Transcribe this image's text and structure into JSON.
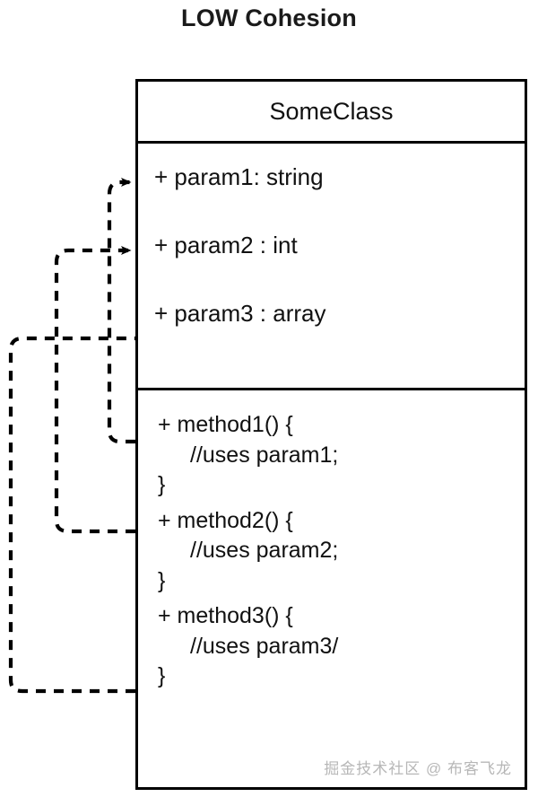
{
  "title": "LOW Cohesion",
  "class_box": {
    "name": "SomeClass",
    "attributes": [
      {
        "label": "+ param1: string"
      },
      {
        "label": "+ param2 : int"
      },
      {
        "label": "+ param3 : array"
      }
    ],
    "methods": [
      {
        "signature": "+ method1() {",
        "body": "//uses param1;",
        "close": "}"
      },
      {
        "signature": "+ method2() {",
        "body": "//uses param2;",
        "close": "}"
      },
      {
        "signature": "+ method3() {",
        "body": "//uses param3/",
        "close": "}"
      }
    ]
  },
  "connectors": [
    {
      "name": "method1-to-param1",
      "from": "method1",
      "to": "param1"
    },
    {
      "name": "method2-to-param2",
      "from": "method2",
      "to": "param2"
    },
    {
      "name": "method3-to-param3",
      "from": "method3",
      "to": "param3"
    }
  ],
  "watermark": "掘金技术社区 @ 布客飞龙",
  "colors": {
    "stroke": "#000000",
    "text": "#111111",
    "title": "#1a1a1a",
    "watermark": "#b7b7b7",
    "background": "#ffffff"
  }
}
